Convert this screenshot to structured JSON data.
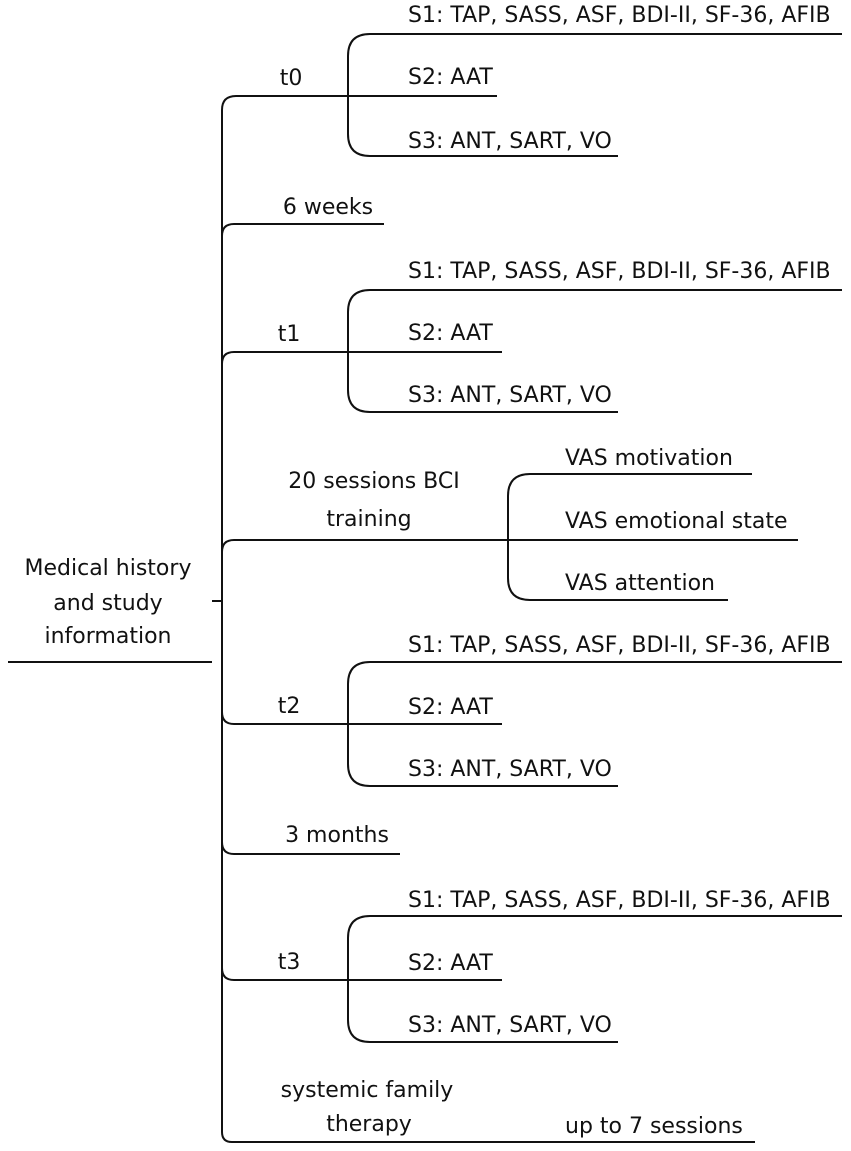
{
  "root": {
    "lines": [
      "Medical history",
      "and study",
      "information"
    ]
  },
  "branches": [
    {
      "id": "t0",
      "label": [
        "t0"
      ],
      "children": [
        "S1: TAP, SASS, ASF, BDI-II, SF-36, AFIB",
        "S2: AAT",
        "S3: ANT, SART, VO"
      ]
    },
    {
      "id": "w6",
      "label": [
        "6 weeks"
      ],
      "children": []
    },
    {
      "id": "t1",
      "label": [
        "t1"
      ],
      "children": [
        "S1: TAP, SASS, ASF, BDI-II, SF-36, AFIB",
        "S2: AAT",
        "S3: ANT, SART, VO"
      ]
    },
    {
      "id": "bci",
      "label": [
        "20 sessions BCI",
        "training"
      ],
      "children": [
        "VAS motivation",
        "VAS emotional state",
        "VAS attention"
      ]
    },
    {
      "id": "t2",
      "label": [
        "t2"
      ],
      "children": [
        "S1: TAP, SASS, ASF, BDI-II, SF-36, AFIB",
        "S2: AAT",
        "S3: ANT, SART, VO"
      ]
    },
    {
      "id": "m3",
      "label": [
        "3 months"
      ],
      "children": []
    },
    {
      "id": "t3",
      "label": [
        "t3"
      ],
      "children": [
        "S1: TAP, SASS, ASF, BDI-II, SF-36, AFIB",
        "S2: AAT",
        "S3: ANT, SART, VO"
      ]
    },
    {
      "id": "sft",
      "label": [
        "systemic family",
        "therapy"
      ],
      "children": [
        "up to 7 sessions"
      ]
    }
  ]
}
